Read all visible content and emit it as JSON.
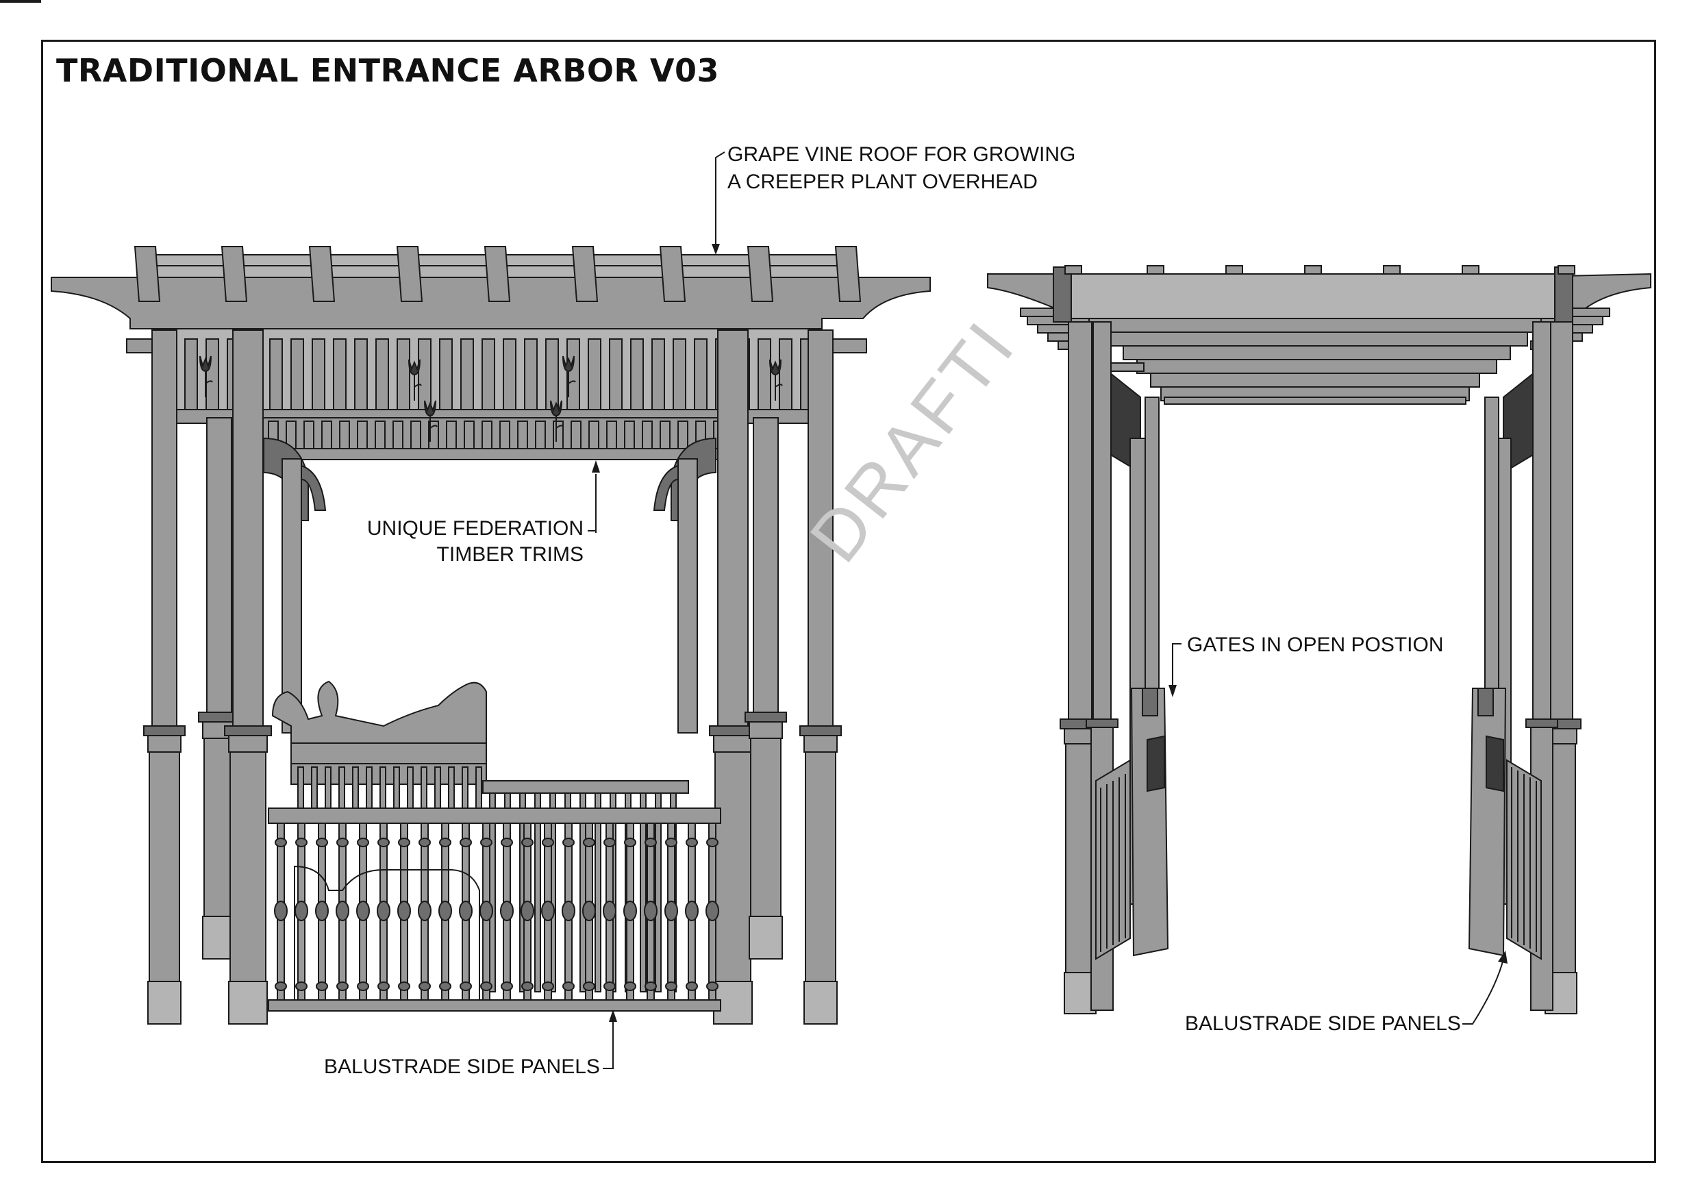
{
  "title": "TRADITIONAL ENTRANCE ARBOR V03",
  "watermark": "DRAFTI",
  "labels": {
    "roof_line1": "GRAPE VINE ROOF FOR GROWING",
    "roof_line2": "A CREEPER PLANT OVERHEAD",
    "trim_line1": "UNIQUE FEDERATION",
    "trim_line2": "TIMBER TRIMS",
    "balustrade_front": "BALUSTRADE SIDE PANELS",
    "gates": "GATES IN OPEN POSTION",
    "balustrade_side": "BALUSTRADE SIDE PANELS"
  },
  "colors": {
    "timber": "#9a9a9a",
    "timber_dark": "#6e6e6e",
    "timber_light": "#b4b4b4",
    "outline": "#1a1a1a",
    "panel_dark": "#3a3a3a"
  }
}
